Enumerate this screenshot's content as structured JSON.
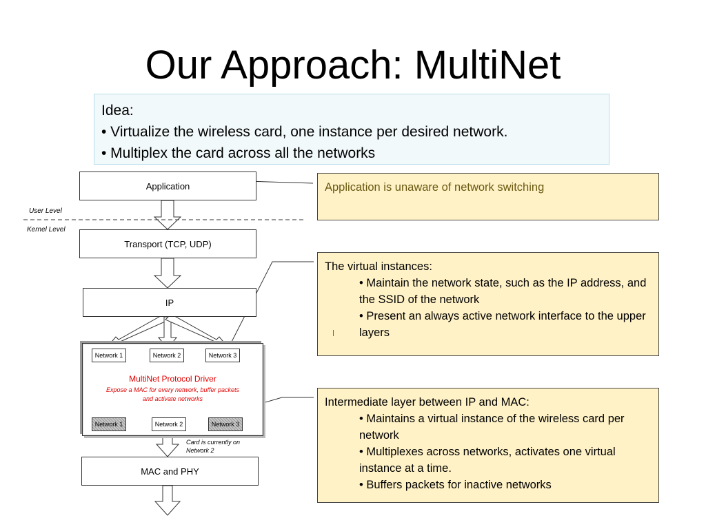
{
  "title": "Our Approach: MultiNet",
  "idea": {
    "heading": "Idea:",
    "bullets": [
      "• Virtualize the wireless card, one instance per desired network.",
      "• Multiplex the card across all the networks"
    ]
  },
  "stack": {
    "application": "Application",
    "user_level": "User Level",
    "kernel_level": "Kernel Level",
    "transport": "Transport (TCP, UDP)",
    "ip": "IP",
    "top_networks": [
      "Network 1",
      "Network 2",
      "Network 3"
    ],
    "driver_title": "MultiNet Protocol Driver",
    "driver_subtitle_1": "Expose a MAC for every network, buffer packets",
    "driver_subtitle_2": "and activate networks",
    "bottom_networks": [
      "Network 1",
      "Network 2",
      "Network 3"
    ],
    "card_note_1": "Card is currently on",
    "card_note_2": "Network 2",
    "mac_phy": "MAC and PHY"
  },
  "callouts": {
    "app": "Application is unaware of network switching",
    "virtual": {
      "heading": "The virtual instances:",
      "bullets": [
        "• Maintain the network state, such as the IP address, and the SSID of the network",
        "• Present an always active network interface to the upper layers"
      ]
    },
    "intermediate": {
      "heading": "Intermediate layer between IP and MAC:",
      "bullets": [
        "• Maintains a virtual instance of the wireless card per network",
        "• Multiplexes across networks, activates one virtual instance at a time.",
        "• Buffers packets for inactive networks"
      ]
    }
  },
  "colors": {
    "driver_text": "#e00000",
    "callout_fill": "#fff2c7",
    "idea_fill": "#f2f9fb",
    "idea_border": "#b7dde8"
  }
}
